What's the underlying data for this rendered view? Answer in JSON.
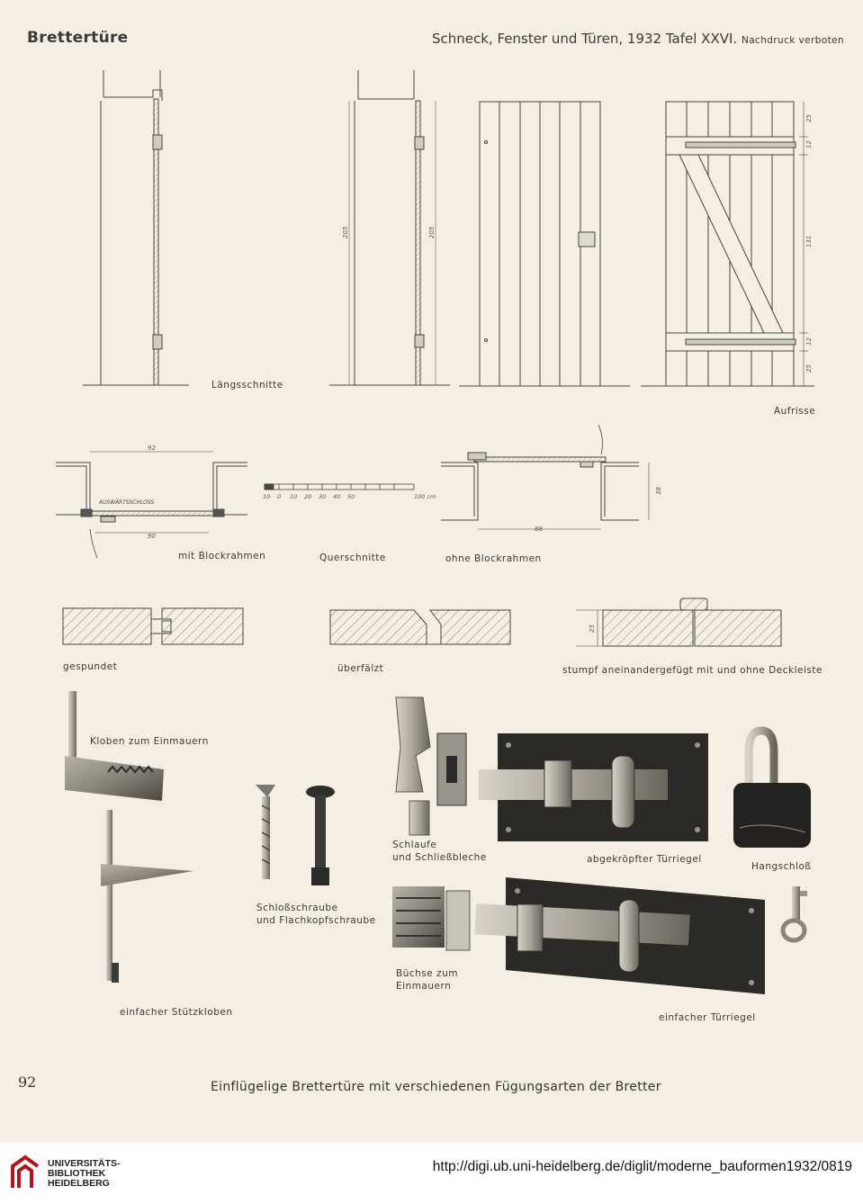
{
  "header": {
    "title": "Brettertüre",
    "source": "Schneck, Fenster und Türen, 1932 Tafel XXVI.",
    "notice": "Nachdruck verboten"
  },
  "labels": {
    "laengsschnitte": "Längsschnitte",
    "aufrisse": "Aufrisse",
    "mit_blockrahmen": "mit Blockrahmen",
    "querschnitte": "Querschnitte",
    "ohne_blockrahmen": "ohne Blockrahmen",
    "gespundet": "gespundet",
    "ueberfaelzt": "überfälzt",
    "stumpf": "stumpf aneinandergefügt mit und ohne Deckleiste",
    "kloben": "Kloben zum Einmauern",
    "stuetzkloben": "einfacher Stützkloben",
    "schrauben": "Schloßschraube\nund Flachkopfschraube",
    "schlaufe": "Schlaufe\nund Schließbleche",
    "abgekroepft": "abgekröpfter Türriegel",
    "hangschloss": "Hangschloß",
    "buechse": "Büchse zum\nEinmauern",
    "einfacher_riegel": "einfacher Türriegel",
    "auswaertsschloss": "AUSWÄRTSSCHLOSS"
  },
  "dimensions": {
    "h205a": "205",
    "h205b": "205",
    "d25a": "25",
    "d12a": "12",
    "d131": "131",
    "d12b": "12",
    "d25b": "25",
    "w92": "92",
    "w90": "90",
    "w88": "88",
    "d38": "38",
    "t25": "25"
  },
  "scale": {
    "ticks": [
      "10",
      "0",
      "10",
      "20",
      "30",
      "40",
      "50"
    ],
    "end": "100 cm"
  },
  "caption": "Einflügelige Brettertüre mit verschiedenen Fügungsarten der Bretter",
  "page_number": "92",
  "footer": {
    "logo": "UNIVERSITÄTS-\nBIBLIOTHEK\nHEIDELBERG",
    "url": "http://digi.ub.uni-heidelberg.de/diglit/moderne_bauformen1932/0819"
  },
  "colors": {
    "paper": "#f4efe2",
    "ink": "#444444",
    "photo_dark": "#2a2a2a",
    "logo_red": "#b5121b"
  }
}
